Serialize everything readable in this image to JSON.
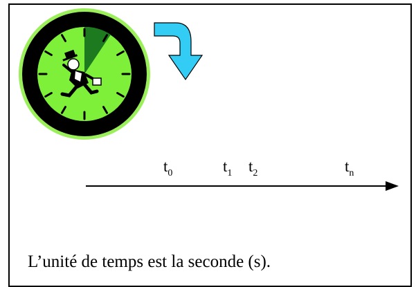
{
  "timeline": {
    "labels": [
      {
        "base": "t",
        "sub": "0"
      },
      {
        "base": "t",
        "sub": "1"
      },
      {
        "base": "t",
        "sub": "2"
      },
      {
        "base": "t",
        "sub": "n"
      }
    ]
  },
  "caption": "L’unité de temps est la seconde (s).",
  "colors": {
    "clock_face": "#7FF03A",
    "clock_rim": "#000000",
    "clock_halo": "#9BEF5A",
    "clock_sector": "#1E7A1E",
    "turn_arrow": "#33CCF5",
    "axis": "#000000"
  },
  "icons": {
    "clock": "stopwatch-clock-icon",
    "runner": "running-man-icon",
    "turn": "curved-arrow-icon"
  }
}
